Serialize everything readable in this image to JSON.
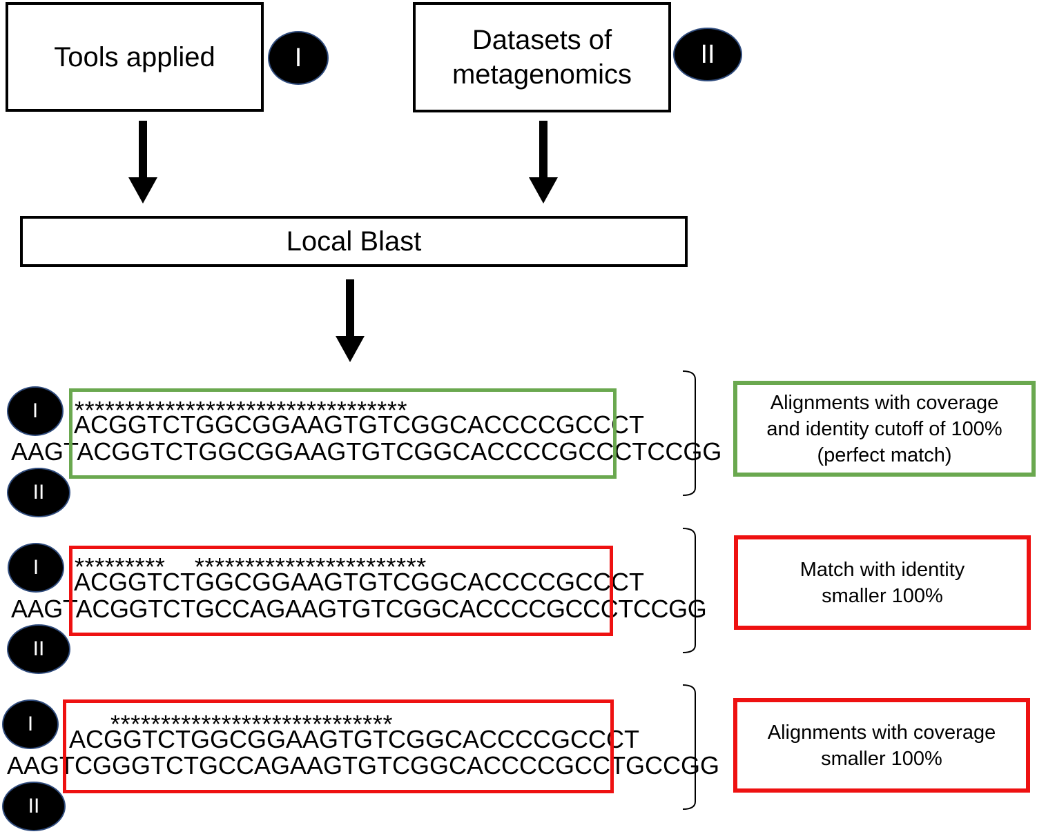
{
  "colors": {
    "match": "#6aa84f",
    "mismatch": "#ee1111",
    "outline": "#000000"
  },
  "top": {
    "tools_box": {
      "label": "Tools applied",
      "badge": "I"
    },
    "datasets_box": {
      "label": "Datasets of\nmetagenomics",
      "badge": "II"
    },
    "blast_box": {
      "label": "Local Blast"
    }
  },
  "alignments": [
    {
      "badge_query": "I",
      "badge_subject": "II",
      "stars": "*********************************",
      "query_seq": "ACGGTCTGGCGGAAGTGTCGGCACCCCGCCCT",
      "subject_seq": "AAGTACGGTCTGGCGGAAGTGTCGGCACCCCGCCCTCCGG",
      "result_text": "Alignments with coverage\nand identity cutoff of 100%\n(perfect match)"
    },
    {
      "badge_query": "I",
      "badge_subject": "II",
      "stars": "*********    ***********************",
      "query_seq": "ACGGTCTGGCGGAAGTGTCGGCACCCCGCCCT",
      "subject_seq": "AAGTACGGTCTGCCAGAAGTGTCGGCACCCCGCCCTCCGG",
      "result_text": "Match with identity\nsmaller 100%"
    },
    {
      "badge_query": "I",
      "badge_subject": "II",
      "stars": "****************************",
      "query_seq": "ACGGTCTGGCGGAAGTGTCGGCACCCCGCCCT",
      "subject_seq": "AAGTCGGGTCTGCCAGAAGTGTCGGCACCCCGCCTGCCGG",
      "result_text": "Alignments with coverage\nsmaller 100%"
    }
  ]
}
